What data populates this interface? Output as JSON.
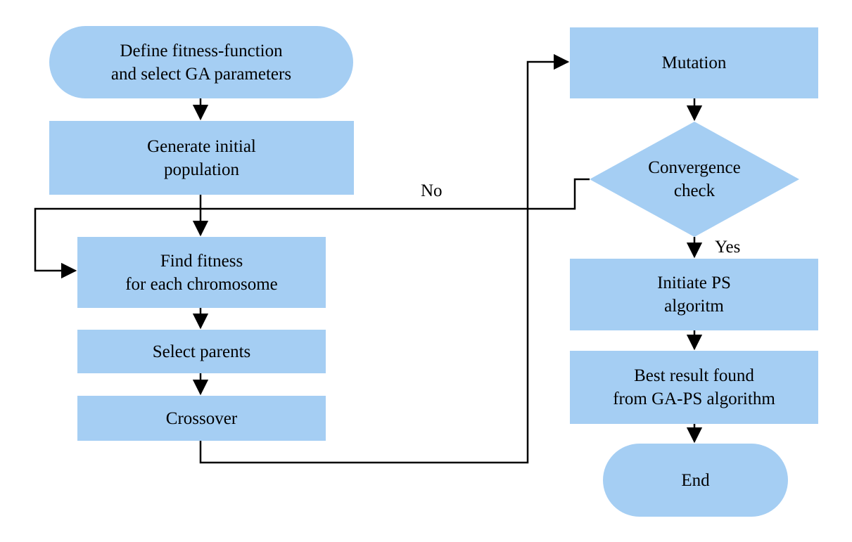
{
  "colors": {
    "node_fill": "#A5CEF3",
    "connector": "#000000",
    "text": "#000000",
    "background": "#FFFFFF"
  },
  "nodes": {
    "start": {
      "line1": "Define fitness-function",
      "line2": "and select GA parameters"
    },
    "generate": {
      "line1": "Generate initial",
      "line2": "population"
    },
    "find_fitness": {
      "line1": "Find fitness",
      "line2": "for each chromosome"
    },
    "select_parents": {
      "line1": "Select parents"
    },
    "crossover": {
      "line1": "Crossover"
    },
    "mutation": {
      "line1": "Mutation"
    },
    "convergence": {
      "line1": "Convergence",
      "line2": "check"
    },
    "initiate_ps": {
      "line1": "Initiate PS",
      "line2": "algoritm"
    },
    "best_result": {
      "line1": "Best result found",
      "line2": "from GA-PS algorithm"
    },
    "end": {
      "line1": "End"
    }
  },
  "edge_labels": {
    "no": "No",
    "yes": "Yes"
  }
}
